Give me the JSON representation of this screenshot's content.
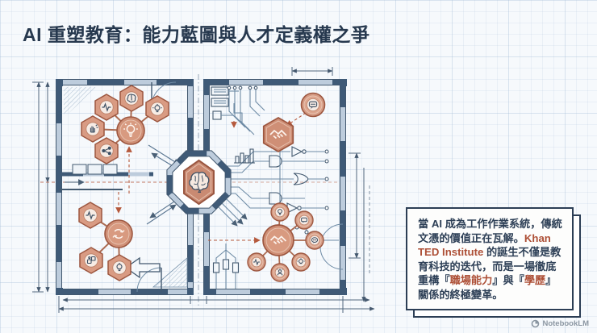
{
  "page": {
    "title": "AI 重塑教育：能力藍圖與人才定義權之爭",
    "background_color": "#f6f9fc",
    "grid_color": "#adc3da",
    "title_color": "#26384e"
  },
  "callout": {
    "segments": [
      {
        "text": "當 AI 成為工作作業系統，傳統文憑的價值正在瓦解。",
        "highlight": false
      },
      {
        "text": "Khan TED Institute",
        "highlight": true
      },
      {
        "text": " 的誕生不僅是教育科技的迭代，而是一場徹底重構『",
        "highlight": false
      },
      {
        "text": "職場能力",
        "highlight": true
      },
      {
        "text": "』與『",
        "highlight": false
      },
      {
        "text": "學歷",
        "highlight": true
      },
      {
        "text": "』關係的終極變革。",
        "highlight": false
      }
    ],
    "text_color": "#2e4057",
    "highlight_color": "#ad4f36",
    "border_color": "#2c3e55"
  },
  "watermark": {
    "label": "NotebookLM"
  },
  "diagram": {
    "style": "architectural-blueprint-floorplan",
    "wall_color": "#3f5a77",
    "copper_color": "#cf8f76",
    "copper_dark": "#9d5740",
    "rust_accent": "#b5593c",
    "trace_color": "#6f8ca6",
    "center_badge": {
      "shape": "octagon-with-hexagon",
      "icon": "brain-icon"
    },
    "left_room": {
      "top_cluster": {
        "hub_icon": "lightbulb-icon",
        "node_icons": [
          "brain-icon",
          "pulse-icon",
          "lightbulb-icon",
          "hand-icon",
          "share-network-icon"
        ]
      },
      "bottom_cluster": {
        "hub_icon": "cycle-arrows-icon",
        "node_icons": [
          "pulse-icon",
          "puzzle-icon",
          "lightbulb-icon"
        ]
      }
    },
    "right_room": {
      "style": "circuit-board",
      "hexagon_node_icon": "handshake-icon",
      "floating_node_icon": "chat-bubble-icon",
      "bottom_cluster": {
        "hub_icon": "handshake-icon",
        "node_icons": [
          "lightbulb-icon",
          "chat-bubble-icon",
          "chat-dots-icon",
          "lightbulb-icon",
          "person-idea-icon",
          "pulse-icon"
        ]
      },
      "details": [
        "circuit-traces",
        "logic-gates",
        "bar-chart",
        "ic-chips",
        "terminals"
      ]
    }
  }
}
